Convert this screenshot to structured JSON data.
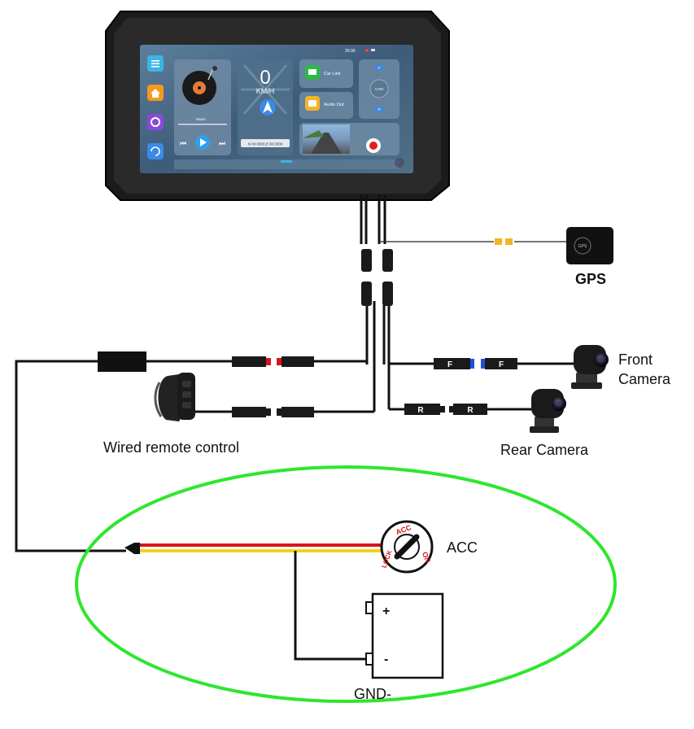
{
  "labels": {
    "gps": "GPS",
    "front_camera_line1": "Front",
    "front_camera_line2": "Camera",
    "rear_camera": "Rear Camera",
    "wired_remote": "Wired remote control",
    "acc": "ACC",
    "gnd": "GND-"
  },
  "connectors": {
    "front_tag": "F",
    "rear_tag": "R"
  },
  "gps_module_text": "GPS",
  "ignition": {
    "acc": "ACC",
    "on": "ON",
    "lock": "LOCK"
  },
  "battery": {
    "plus": "+",
    "minus": "-"
  },
  "screen": {
    "clock": "20:36",
    "speed_value": "0",
    "speed_unit": "KM/H",
    "coords": "N 00.0000,E 00.0000",
    "music_label": "Music",
    "car_link": "Car Link",
    "audio_out": "Audio Out",
    "cam_tag_f": "F",
    "cam_tag_r": "R",
    "cam_center": "CAM"
  },
  "colors": {
    "wire_black": "#111111",
    "wire_red": "#d8141c",
    "wire_yellow": "#f0d21c",
    "ellipse_green": "#2ee62e",
    "connector_orange": "#f2b428",
    "connector_blue": "#1e50dc"
  }
}
